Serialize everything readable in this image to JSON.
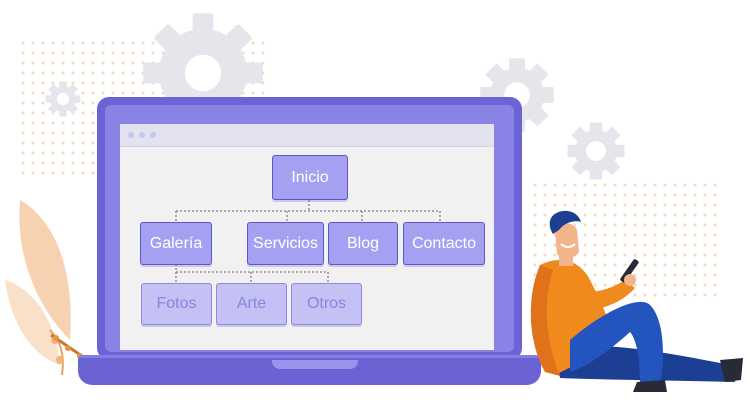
{
  "sitemap": {
    "root": "Inicio",
    "level1": [
      "Galería",
      "Servicios",
      "Blog",
      "Contacto"
    ],
    "level2": [
      "Fotos",
      "Arte",
      "Otros"
    ]
  },
  "colors": {
    "laptop": "#6c63d6",
    "node_fill": "#a5a0f1",
    "node_border": "#5d56c8",
    "subnode_fill": "#c4c1f5",
    "gear": "#e4e6ec",
    "shirt": "#f08a1c",
    "pants": "#1f4aa6",
    "hair": "#1d3f8f",
    "plant": "#f7d2b0"
  },
  "icons": [
    "gear-icon",
    "smartphone-icon"
  ]
}
